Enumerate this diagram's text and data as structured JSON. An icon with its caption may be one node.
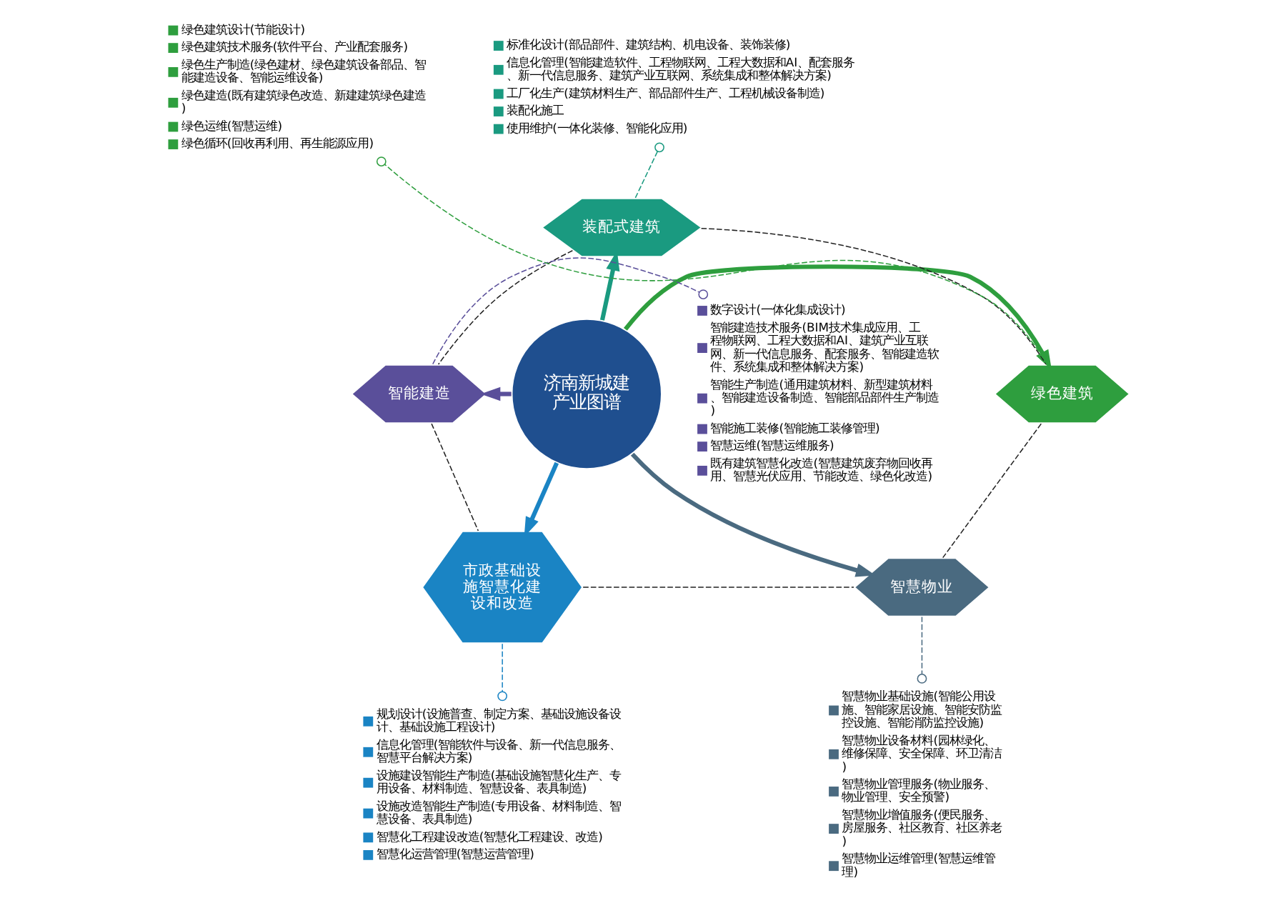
{
  "diagram": {
    "nodes": [
      {
        "text": [
          "济南新城建",
          "产业图谱"
        ]
      },
      {
        "text": [
          "装配式建筑"
        ]
      },
      {
        "text": [
          "智能建造"
        ]
      },
      {
        "text": [
          "市政基础设施智慧化建设和改造"
        ]
      },
      {
        "text": [
          "智慧物业"
        ]
      },
      {
        "text": [
          "绿色建筑"
        ]
      },
      {
        "text": [
          "绿色建筑设计(节能设计)",
          "绿色建筑技术服务(软件平台、产业配套服务)",
          "绿色生产制造(绿色建材、绿色建筑设备部品、智能建造设备、智能运维设备)",
          "绿色建造(既有建筑绿色改造、新建建筑绿色建造)",
          "绿色运维(智慧运维)",
          "绿色循环(回收再利用、再生能源应用)"
        ]
      },
      {
        "text": [
          "标准化设计(部品部件、建筑结构、机电设备、装饰装修)",
          "信息化管理(智能建造软件、工程物联网、工程大数据和AI、配套服务、新一代信息服务、建筑产业互联网、系统集成和整体解决方案)",
          "工厂化生产(建筑材料生产、部品部件生产、工程机械设备制造)",
          "装配化施工",
          "使用维护(一体化装修、智能化应用)"
        ]
      },
      {
        "text": [
          "数字设计(一体化集成设计)",
          "智能建造技术服务(BIM技术集成应用、工程物联网、工程大数据和AI、建筑产业互联网、新一代信息服务、配套服务、智能建造软件、系统集成和整体解决方案)",
          "智能生产制造(通用建筑材料、新型建筑材料、智能建造设备制造、智能部品部件生产制造)",
          "智能施工装修(智能施工装修管理)",
          "智慧运维(智慧运维服务)",
          "既有建筑智慧化改造(智慧建筑废弃物回收再用、智慧光伏应用、节能改造、绿色化改造)"
        ]
      },
      {
        "text": [
          "智慧物业基础设施(智能公用设施、智能家居设施、智能安防监控设施、智能消防监控设施)",
          "智慧物业设备材料(园林绿化、维修保障、安全保障、环卫清洁)",
          "智慧物业管理服务(物业服务、物业管理、安全预警)",
          "智慧物业增值服务(便民服务、房屋服务、社区教育、社区养老)",
          "智慧物业运维管理(智慧运维管理)"
        ]
      },
      {
        "text": [
          "规划设计(设施普查、制定方案、基础设施设备设计、基础设施工程设计)",
          "信息化管理(智能软件与设备、新一代信息服务、智慧平台解决方案)",
          "设施建设智能生产制造(基础设施智慧化生产、专用设备、材料制造、智慧设备、表具制造)",
          "设施改造智能生产制造(专用设备、材料制造、智慧设备、表具制造)",
          "智慧化工程建设改造(智慧化工程建设、改造)",
          "智慧化运营管理(智慧运营管理)"
        ]
      }
    ],
    "edges": [
      {
        "from": 0,
        "to": 1,
        "arrow": "to",
        "style": "thick",
        "color": "#1a9a80"
      },
      {
        "from": 0,
        "to": 2,
        "arrow": "to",
        "style": "thick",
        "color": "#5a4f9a"
      },
      {
        "from": 0,
        "to": 3,
        "arrow": "to",
        "style": "thick",
        "color": "#1a84c4"
      },
      {
        "from": 0,
        "to": 4,
        "arrow": "to",
        "style": "thick",
        "color": "#4a6a80"
      },
      {
        "from": 0,
        "to": 5,
        "arrow": "to",
        "style": "thick",
        "color": "#2e9e3e"
      },
      {
        "from": 1,
        "to": 2,
        "arrow": "none",
        "style": "dashed",
        "color": "#222222"
      },
      {
        "from": 2,
        "to": 3,
        "arrow": "none",
        "style": "dashed",
        "color": "#222222"
      },
      {
        "from": 3,
        "to": 4,
        "arrow": "none",
        "style": "dashed",
        "color": "#222222"
      },
      {
        "from": 5,
        "to": 4,
        "arrow": "none",
        "style": "dashed",
        "color": "#222222"
      },
      {
        "from": 1,
        "to": 5,
        "arrow": "none",
        "style": "dashed",
        "color": "#222222"
      },
      {
        "from": 5,
        "to": 6,
        "arrow": "other",
        "style": "dashed",
        "color": "#2e9e3e"
      },
      {
        "from": 1,
        "to": 7,
        "arrow": "other",
        "style": "dashed",
        "color": "#1a9a80"
      },
      {
        "from": 2,
        "to": 8,
        "arrow": "other",
        "style": "dashed",
        "color": "#5a4f9a"
      },
      {
        "from": 4,
        "to": 9,
        "arrow": "other",
        "style": "dashed",
        "color": "#4a6a80"
      },
      {
        "from": 3,
        "to": 10,
        "arrow": "other",
        "style": "dashed",
        "color": "#1a84c4"
      }
    ]
  }
}
